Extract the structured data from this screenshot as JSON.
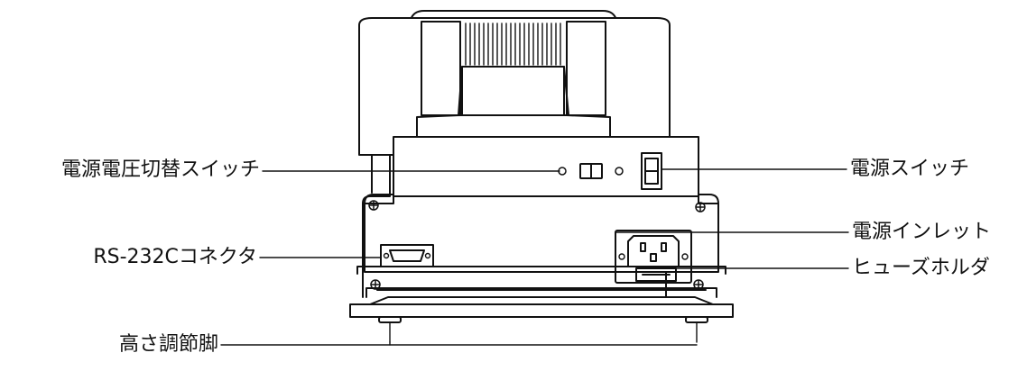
{
  "callouts": {
    "voltage_selector": "電源電圧切替スイッチ",
    "power_switch": "電源スイッチ",
    "rs232c_connector": "RS-232Cコネクタ",
    "power_inlet": "電源インレット",
    "fuse_holder": "ヒューズホルダ",
    "leveling_feet": "高さ調節脚"
  }
}
